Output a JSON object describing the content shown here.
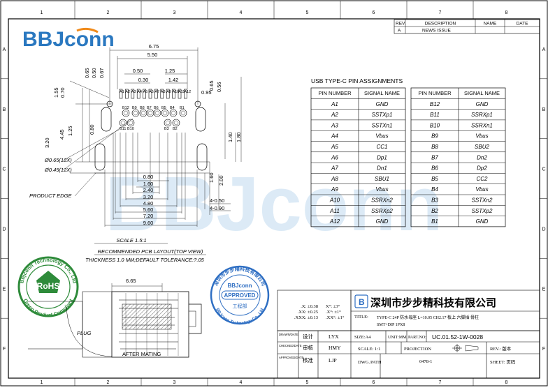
{
  "frame": {
    "columns": [
      "1",
      "2",
      "3",
      "4",
      "5",
      "6",
      "7",
      "8"
    ],
    "rows": [
      "A",
      "B",
      "C",
      "D",
      "E",
      "F"
    ]
  },
  "watermark": "BBJconn",
  "logo": {
    "text": "BBJconn"
  },
  "revision_table": {
    "headers": [
      "REV.",
      "DESCRIPTION",
      "NAME",
      "DATE"
    ],
    "rows": [
      {
        "rev": "A",
        "description": "NEWS ISSUE",
        "name": "",
        "date": ""
      }
    ]
  },
  "pin_table": {
    "title": "USB TYPE-C PIN ASSIGNMENTS",
    "headers": [
      "PIN NUMBER",
      "SIGNAL NAME"
    ],
    "left": [
      [
        "A1",
        "GND"
      ],
      [
        "A2",
        "SSTXp1"
      ],
      [
        "A3",
        "SSTXn1"
      ],
      [
        "A4",
        "Vbus"
      ],
      [
        "A5",
        "CC1"
      ],
      [
        "A6",
        "Dp1"
      ],
      [
        "A7",
        "Dn1"
      ],
      [
        "A8",
        "SBU1"
      ],
      [
        "A9",
        "Vbus"
      ],
      [
        "A10",
        "SSRXn2"
      ],
      [
        "A11",
        "SSRXp2"
      ],
      [
        "A12",
        "GND"
      ]
    ],
    "right": [
      [
        "B12",
        "GND"
      ],
      [
        "B11",
        "SSRXp1"
      ],
      [
        "B10",
        "SSRXn1"
      ],
      [
        "B9",
        "Vbus"
      ],
      [
        "B8",
        "SBU2"
      ],
      [
        "B7",
        "Dn2"
      ],
      [
        "B6",
        "Dp2"
      ],
      [
        "B5",
        "CC2"
      ],
      [
        "B4",
        "Vbus"
      ],
      [
        "B3",
        "SSTXn2"
      ],
      [
        "B2",
        "SSTXp2"
      ],
      [
        "B1",
        "GND"
      ]
    ]
  },
  "drawing": {
    "dims_top": [
      "6.75",
      "5.50",
      "0.50",
      "0.30",
      "1.25",
      "1.42"
    ],
    "dims_left": [
      "0.65",
      "0.50",
      "0.67",
      "0.70",
      "1.55",
      "3.20",
      "4.45",
      "1.25",
      "0.80"
    ],
    "dims_right": [
      "0.95",
      "0.65",
      "0.56",
      "1.40",
      "1.80"
    ],
    "holes": [
      "Ø0.65(12X)",
      "Ø0.45(12X)"
    ],
    "product_edge": "PRODUCT EDGE",
    "dims_bottom": [
      "0.80",
      "1.60",
      "2.40",
      "3.20",
      "4.80",
      "5.60",
      "7.20",
      "9.60"
    ],
    "dims_br": [
      "1.60",
      "2.00",
      "4-0.50",
      "4-0.90"
    ],
    "pins_top": [
      "A1",
      "A2",
      "A3",
      "A4",
      "A5",
      "A6",
      "A7",
      "A8",
      "A9",
      "A10",
      "A11",
      "A12"
    ],
    "pins_mid": [
      "B12",
      "B9",
      "B8",
      "B7",
      "B6",
      "B5",
      "B4",
      "B1"
    ],
    "pins_low": [
      "B11",
      "B10",
      "B3",
      "B2"
    ],
    "notes": [
      "SCALE 1.5:1",
      "RECOMMENDED PCB LAYOUT(TOP VIEW)",
      "THICKNESS 1.0 MM;DEFAULT TOLERANCE:?.05"
    ],
    "mating_dim": "6.65",
    "plug": "PLUG",
    "after_mating": "AFTER MATING"
  },
  "stamp_rohs": {
    "center": "RoHS",
    "top": "Bbjconn Technology Co., Ltd",
    "bottom": "Green Product Compliant"
  },
  "stamp_approved": {
    "center": "APPROVED",
    "brand": "BBJconn",
    "top": "深圳市步步精科技有限公司",
    "bottom": "BBJconn Technology Co., Ltd",
    "mark": "工程部"
  },
  "tolerance": {
    "lines": [
      [
        ".X: ±0.38",
        "X°: ±3°"
      ],
      [
        ".XX: ±0.25",
        ".X°: ±1°"
      ],
      [
        ".XXX: ±0.13",
        ".XX°: ±1°"
      ]
    ]
  },
  "title_block": {
    "company": "深圳市步步精科技有限公司",
    "title_label": "TITLE:",
    "title_text1": "TYPE-C 24P 防水母座 L=10.05 CH2.17 板上 六脚插 骨柱",
    "title_text2": "SMT+DIP 1PX8",
    "size": "SIZE:A4",
    "unit": "UNIT:MM.",
    "part_label": "PART.NO:",
    "part_no": "UC.01.52-1W-0028",
    "drawn_label": "DRAWN/DATE",
    "drawn_role": "设计",
    "drawn_name": "LYX",
    "checked_label": "CHECKED/DATE",
    "checked_role": "审核",
    "checked_name": "HMY",
    "approved_label": "APPROVED/DATE",
    "approved_role": "核准",
    "approved_name": "LJP",
    "scale": "SCALE: 1:1",
    "projection": "PROJECTION",
    "rev": "REV.: 版本",
    "dwg": "DWG.",
    "path": "PATH",
    "dwg_no": "0478-1",
    "sheet": "SHEET: 页码"
  }
}
